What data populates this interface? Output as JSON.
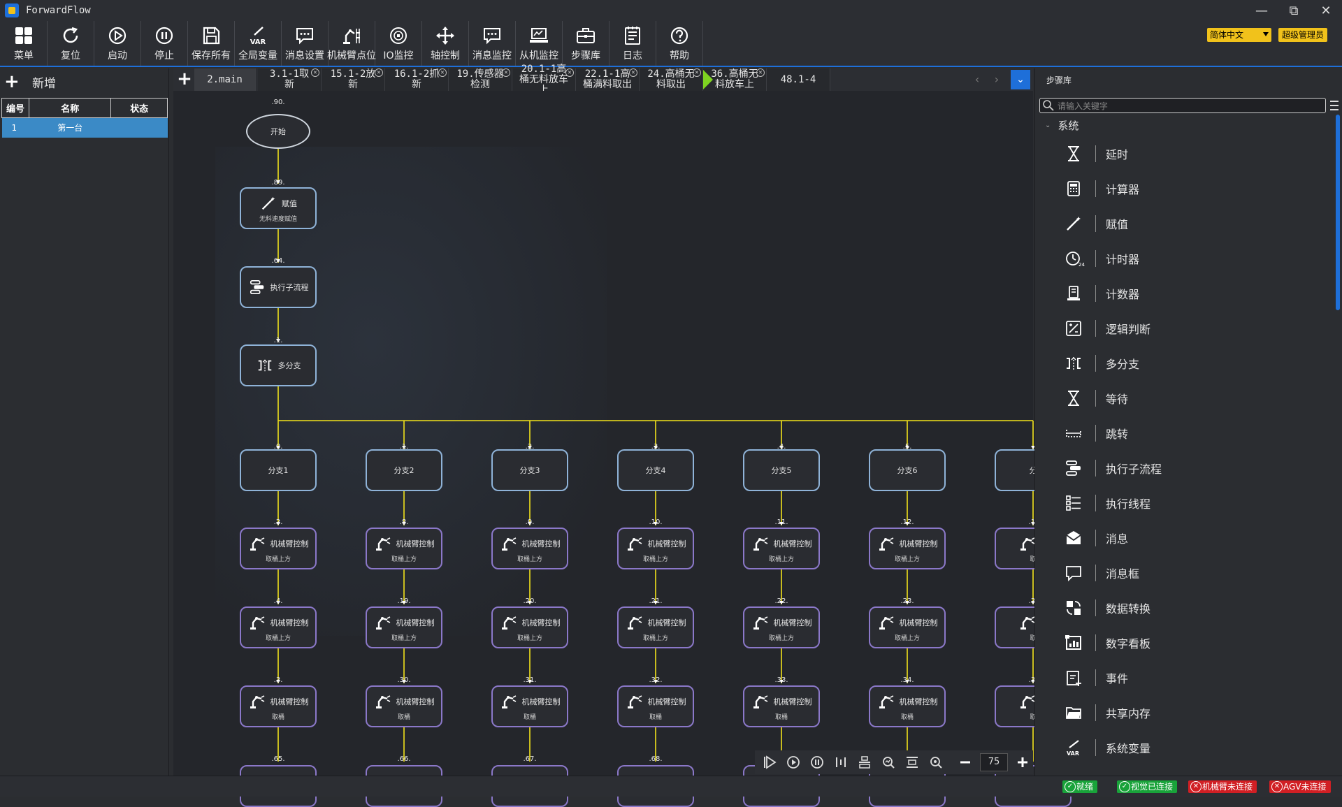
{
  "app": {
    "title": "ForwardFlow"
  },
  "window_controls": {
    "minimize": "—",
    "restore": "⧉",
    "close": "✕"
  },
  "toolbar": {
    "items": [
      {
        "label": "菜单",
        "icon": "grid-menu-icon"
      },
      {
        "label": "复位",
        "icon": "refresh-icon"
      },
      {
        "label": "启动",
        "icon": "play-circle-icon"
      },
      {
        "label": "停止",
        "icon": "pause-circle-icon"
      },
      {
        "label": "保存所有",
        "icon": "save-icon"
      },
      {
        "label": "全局变量",
        "icon": "var-icon"
      },
      {
        "label": "消息设置",
        "icon": "message-settings-icon"
      },
      {
        "label": "机械臂点位",
        "icon": "robot-arm-points-icon"
      },
      {
        "label": "IO监控",
        "icon": "io-monitor-icon"
      },
      {
        "label": "轴控制",
        "icon": "axis-move-icon"
      },
      {
        "label": "消息监控",
        "icon": "message-monitor-icon"
      },
      {
        "label": "从机监控",
        "icon": "slave-monitor-icon"
      },
      {
        "label": "步骤库",
        "icon": "toolbox-icon"
      },
      {
        "label": "日志",
        "icon": "log-icon"
      },
      {
        "label": "帮助",
        "icon": "help-icon"
      }
    ],
    "language": "简体中文",
    "user": "超级管理员"
  },
  "left_panel": {
    "add_label": "新增",
    "columns": [
      "编号",
      "名称",
      "状态"
    ],
    "rows": [
      {
        "id": "1",
        "name": "第一台",
        "status": ""
      }
    ]
  },
  "tabs": [
    {
      "label": "2.main",
      "active": true
    },
    {
      "label": "3.1-1取新"
    },
    {
      "label": "15.1-2放新"
    },
    {
      "label": "16.1-2抓新"
    },
    {
      "label": "19.传感器检测"
    },
    {
      "label": "20.1-1高桶无料放车上"
    },
    {
      "label": "22.1-1高桶满料取出"
    },
    {
      "label": "24.高桶无料取出"
    },
    {
      "label": "36.高桶无料放车上"
    },
    {
      "label": "48.1-4"
    }
  ],
  "flow": {
    "start": {
      "label": "开始",
      "port": "90"
    },
    "assign": {
      "title": "赋值",
      "sub": "无料速度赋值",
      "port": "89"
    },
    "subflow": {
      "title": "执行子流程",
      "port": "64"
    },
    "multibranch": {
      "title": "多分支",
      "port": "1"
    },
    "branches": [
      {
        "name": "分支1",
        "port": "0",
        "ports": [
          "2",
          "4",
          "3",
          "65"
        ]
      },
      {
        "name": "分支2",
        "port": "1",
        "ports": [
          "8",
          "19",
          "30",
          "66"
        ]
      },
      {
        "name": "分支3",
        "port": "2",
        "ports": [
          "9",
          "20",
          "31",
          "67"
        ]
      },
      {
        "name": "分支4",
        "port": "3",
        "ports": [
          "10",
          "21",
          "32",
          "68"
        ]
      },
      {
        "name": "分支5",
        "port": "4",
        "ports": [
          "11",
          "22",
          "33",
          ""
        ]
      },
      {
        "name": "分支6",
        "port": "5",
        "ports": [
          "12",
          "23",
          "34",
          ""
        ]
      },
      {
        "name": "分",
        "port": "",
        "ports": [
          "1",
          "2",
          "3",
          ""
        ]
      }
    ],
    "arm_title": "机械臂控制",
    "arm_subs": [
      "取桶上方",
      "取桶上方",
      "取桶"
    ],
    "arm_title_partial": "机",
    "arm_sub_partial": "取"
  },
  "canvas_tools": {
    "zoom": "75"
  },
  "right_panel": {
    "title": "步骤库",
    "search_placeholder": "请输入关键字",
    "group": "系统",
    "items": [
      {
        "label": "延时",
        "icon": "hourglass-icon"
      },
      {
        "label": "计算器",
        "icon": "calculator-icon"
      },
      {
        "label": "赋值",
        "icon": "assign-wand-icon"
      },
      {
        "label": "计时器",
        "icon": "timer-icon"
      },
      {
        "label": "计数器",
        "icon": "counter-icon"
      },
      {
        "label": "逻辑判断",
        "icon": "logic-icon"
      },
      {
        "label": "多分支",
        "icon": "multibranch-icon"
      },
      {
        "label": "等待",
        "icon": "wait-hourglass-icon"
      },
      {
        "label": "跳转",
        "icon": "jump-icon"
      },
      {
        "label": "执行子流程",
        "icon": "subflow-icon"
      },
      {
        "label": "执行线程",
        "icon": "thread-icon"
      },
      {
        "label": "消息",
        "icon": "message-envelope-icon"
      },
      {
        "label": "消息框",
        "icon": "message-box-icon"
      },
      {
        "label": "数据转换",
        "icon": "data-convert-icon"
      },
      {
        "label": "数字看板",
        "icon": "dashboard-icon"
      },
      {
        "label": "事件",
        "icon": "event-icon"
      },
      {
        "label": "共享内存",
        "icon": "shared-memory-icon"
      },
      {
        "label": "系统变量",
        "icon": "system-var-icon"
      }
    ]
  },
  "status": [
    {
      "label": "就绪",
      "state": "ok"
    },
    {
      "label": "视觉已连接",
      "state": "ok"
    },
    {
      "label": "机械臂未连接",
      "state": "bad"
    },
    {
      "label": "AGV未连接",
      "state": "bad"
    }
  ],
  "colors": {
    "accent": "#1e6fd9",
    "connector": "#f1e21b",
    "badge": "#f1c21b",
    "selected_row": "#3b8ac6"
  }
}
